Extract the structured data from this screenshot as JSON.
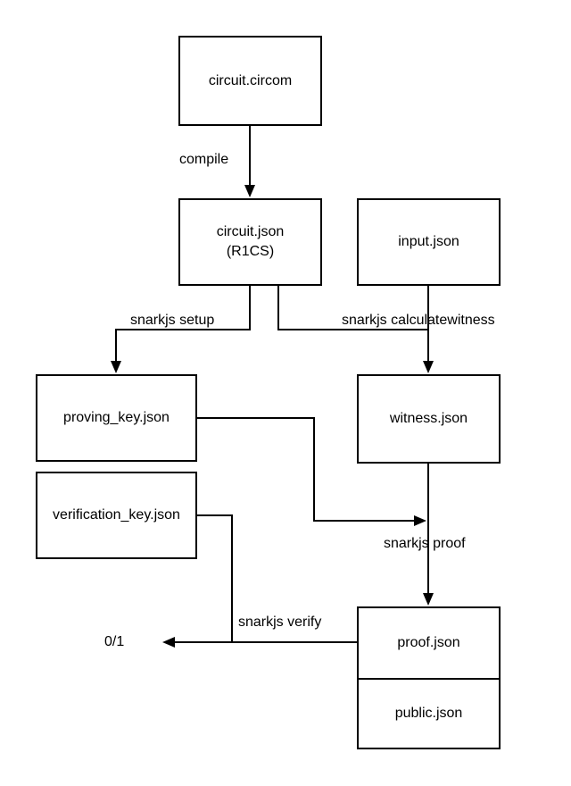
{
  "diagram": {
    "title_hint": "snarkjs / circom proving workflow",
    "nodes": {
      "circuit_circom": {
        "label": "circuit.circom"
      },
      "circuit_json": {
        "label": "circuit.json",
        "sublabel": "(R1CS)"
      },
      "input_json": {
        "label": "input.json"
      },
      "proving_key": {
        "label": "proving_key.json"
      },
      "verification_key": {
        "label": "verification_key.json"
      },
      "witness": {
        "label": "witness.json"
      },
      "proof": {
        "label": "proof.json"
      },
      "public": {
        "label": "public.json"
      },
      "result": {
        "label": "0/1"
      }
    },
    "edge_labels": {
      "compile": "compile",
      "setup": "snarkjs setup",
      "calculatewitness": "snarkjs calculatewitness",
      "proof": "snarkjs proof",
      "verify": "snarkjs verify"
    },
    "colors": {
      "line": "#000000",
      "box_border": "#000000",
      "box_fill": "#ffffff",
      "text": "#000000",
      "background": "#ffffff"
    }
  }
}
